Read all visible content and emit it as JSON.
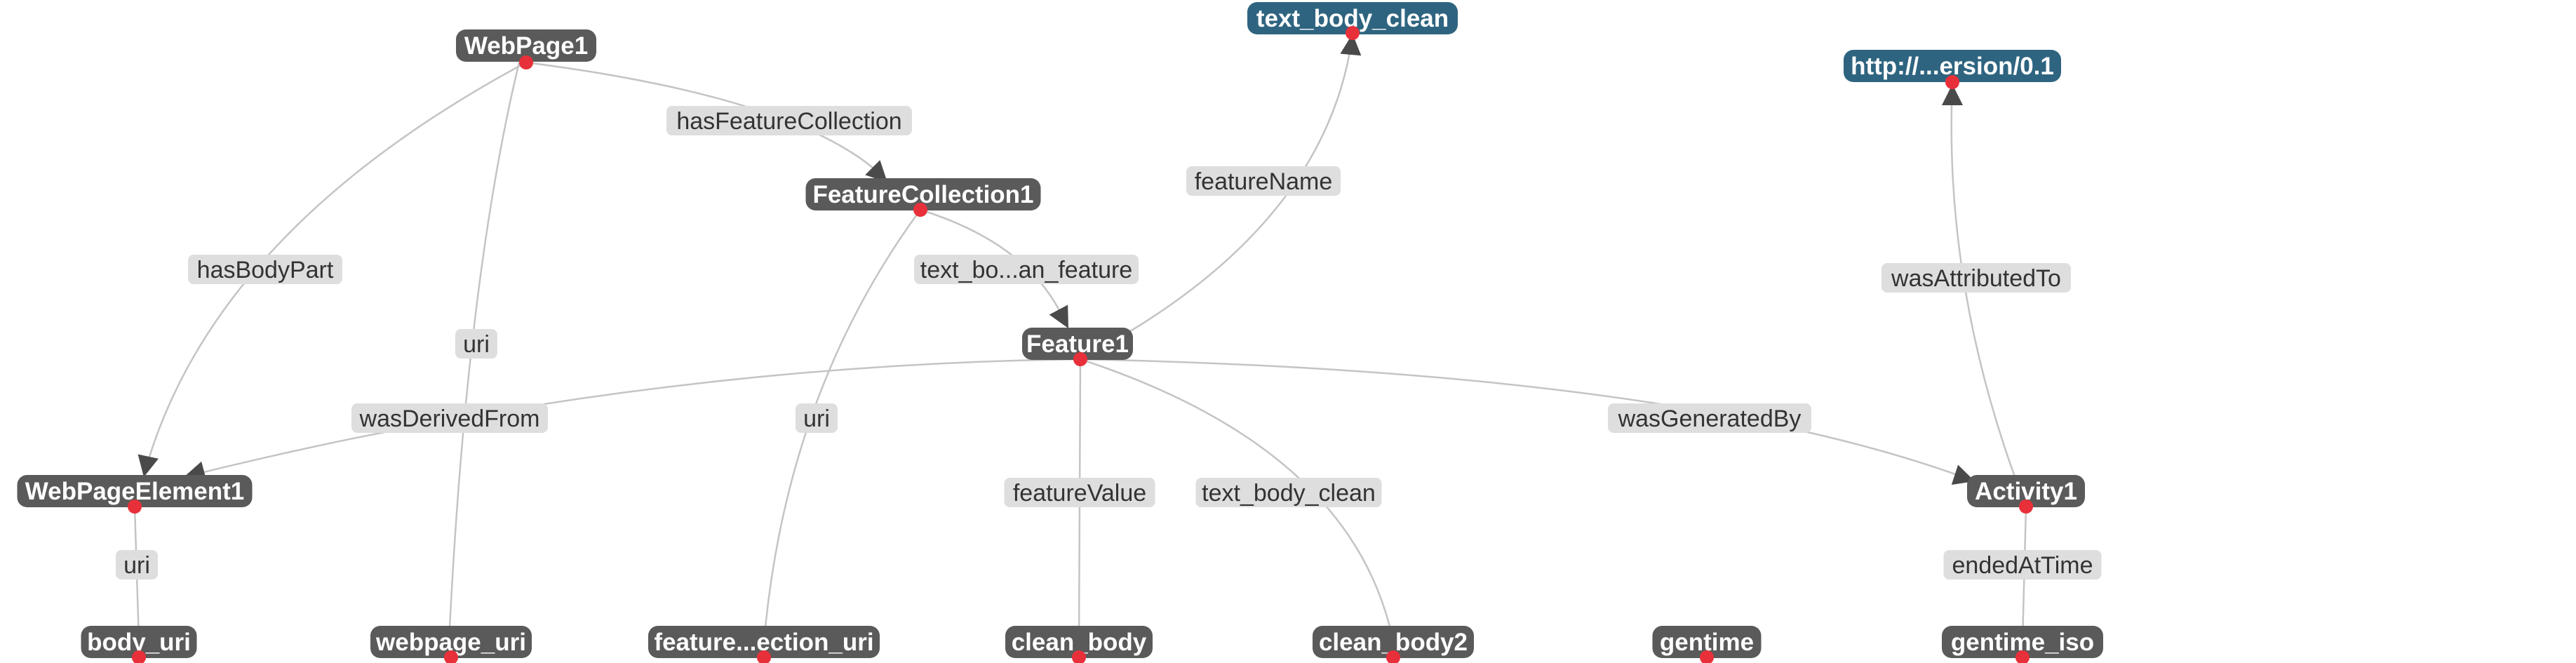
{
  "colors": {
    "class_node": "#5a5a5a",
    "literal_node": "#2e6480",
    "edge_line": "#c4c4c4",
    "edge_label_bg": "#dedede",
    "arrow": "#4a4a4a",
    "connector_dot": "#e8303a",
    "node_text": "#ffffff",
    "edge_text": "#333333"
  },
  "nodes": [
    {
      "id": "webpage1",
      "label": "WebPage1",
      "kind": "class"
    },
    {
      "id": "text_body_clean",
      "label": "text_body_clean",
      "kind": "literal"
    },
    {
      "id": "version_uri",
      "label": "http://...ersion/0.1",
      "kind": "literal"
    },
    {
      "id": "featurecollection1",
      "label": "FeatureCollection1",
      "kind": "class"
    },
    {
      "id": "feature1",
      "label": "Feature1",
      "kind": "class"
    },
    {
      "id": "webpageelement1",
      "label": "WebPageElement1",
      "kind": "class"
    },
    {
      "id": "activity1",
      "label": "Activity1",
      "kind": "class"
    },
    {
      "id": "body_uri",
      "label": "body_uri",
      "kind": "class"
    },
    {
      "id": "webpage_uri",
      "label": "webpage_uri",
      "kind": "class"
    },
    {
      "id": "featurecollection_uri",
      "label": "feature...ection_uri",
      "kind": "class"
    },
    {
      "id": "clean_body",
      "label": "clean_body",
      "kind": "class"
    },
    {
      "id": "clean_body2",
      "label": "clean_body2",
      "kind": "class"
    },
    {
      "id": "gentime",
      "label": "gentime",
      "kind": "class"
    },
    {
      "id": "gentime_iso",
      "label": "gentime_iso",
      "kind": "class"
    }
  ],
  "edges": [
    {
      "id": "hasfeaturecollection",
      "label": "hasFeatureCollection",
      "from": "webpage1",
      "to": "featurecollection1"
    },
    {
      "id": "hasbodypart",
      "label": "hasBodyPart",
      "from": "webpage1",
      "to": "webpageelement1"
    },
    {
      "id": "uri-webpage",
      "label": "uri",
      "from": "webpage1",
      "to": "webpage_uri"
    },
    {
      "id": "featurename",
      "label": "featureName",
      "from": "feature1",
      "to": "text_body_clean"
    },
    {
      "id": "text-body-clean-feature",
      "label": "text_bo...an_feature",
      "from": "featurecollection1",
      "to": "feature1"
    },
    {
      "id": "uri-featurecollection",
      "label": "uri",
      "from": "featurecollection1",
      "to": "featurecollection_uri"
    },
    {
      "id": "wasderivedfrom",
      "label": "wasDerivedFrom",
      "from": "feature1",
      "to": "webpageelement1"
    },
    {
      "id": "wasgeneratedby",
      "label": "wasGeneratedBy",
      "from": "feature1",
      "to": "activity1"
    },
    {
      "id": "featurevalue",
      "label": "featureValue",
      "from": "feature1",
      "to": "clean_body"
    },
    {
      "id": "text-body-clean",
      "label": "text_body_clean",
      "from": "feature1",
      "to": "clean_body2"
    },
    {
      "id": "wasattributedto",
      "label": "wasAttributedTo",
      "from": "activity1",
      "to": "version_uri"
    },
    {
      "id": "endedattime",
      "label": "endedAtTime",
      "from": "activity1",
      "to": "gentime_iso"
    },
    {
      "id": "uri-body",
      "label": "uri",
      "from": "webpageelement1",
      "to": "body_uri"
    }
  ]
}
